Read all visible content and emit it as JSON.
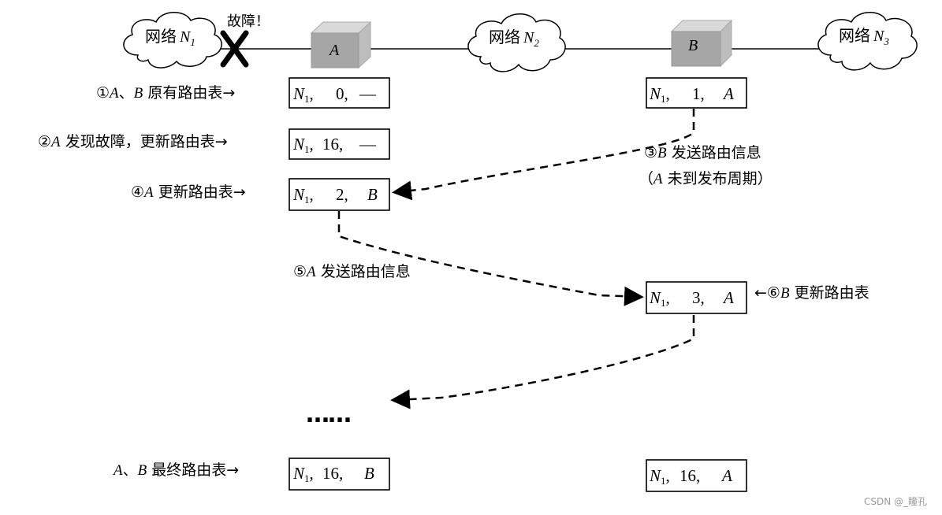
{
  "network_nodes": {
    "n1_prefix": "网络",
    "n1_name": "N",
    "n1_sub": "1",
    "n2_prefix": "网络",
    "n2_name": "N",
    "n2_sub": "2",
    "n3_prefix": "网络",
    "n3_name": "N",
    "n3_sub": "3",
    "router_a": "A",
    "router_b": "B"
  },
  "fault_label": "故障！",
  "steps": {
    "s1_num": "①",
    "s1_var1": "A",
    "s1_sep": "、",
    "s1_var2": "B",
    "s1_text": " 原有路由表",
    "s2_num": "②",
    "s2_var": "A",
    "s2_text": " 发现故障，更新路由表",
    "s3_num": "③",
    "s3_var": "B",
    "s3_text": " 发送路由信息",
    "s3_note_open": "（",
    "s3_note_var": "A",
    "s3_note_text": " 未到发布周期）",
    "s4_num": "④",
    "s4_var": "A",
    "s4_text": " 更新路由表",
    "s5_num": "⑤",
    "s5_var": "A",
    "s5_text": " 发送路由信息",
    "s6_num": "⑥",
    "s6_var": "B",
    "s6_text": " 更新路由表",
    "final_var1": "A",
    "final_sep": "、",
    "final_var2": "B",
    "final_text": " 最终路由表",
    "arrow": "→",
    "left_arrow": "←"
  },
  "entries": {
    "a1": {
      "net": "N",
      "sub": "1",
      "dist": "0,",
      "next": "—"
    },
    "b1": {
      "net": "N",
      "sub": "1",
      "dist": "1,",
      "next": "A"
    },
    "a2": {
      "net": "N",
      "sub": "1",
      "dist": "16,",
      "next": "—"
    },
    "a3": {
      "net": "N",
      "sub": "1",
      "dist": "2,",
      "next": "B"
    },
    "b2": {
      "net": "N",
      "sub": "1",
      "dist": "3,",
      "next": "A"
    },
    "a_final": {
      "net": "N",
      "sub": "1",
      "dist": "16,",
      "next": "B"
    },
    "b_final": {
      "net": "N",
      "sub": "1",
      "dist": "16,",
      "next": "A"
    },
    "comma": ","
  },
  "ellipsis": "……",
  "watermark": "CSDN @_瞳孔"
}
